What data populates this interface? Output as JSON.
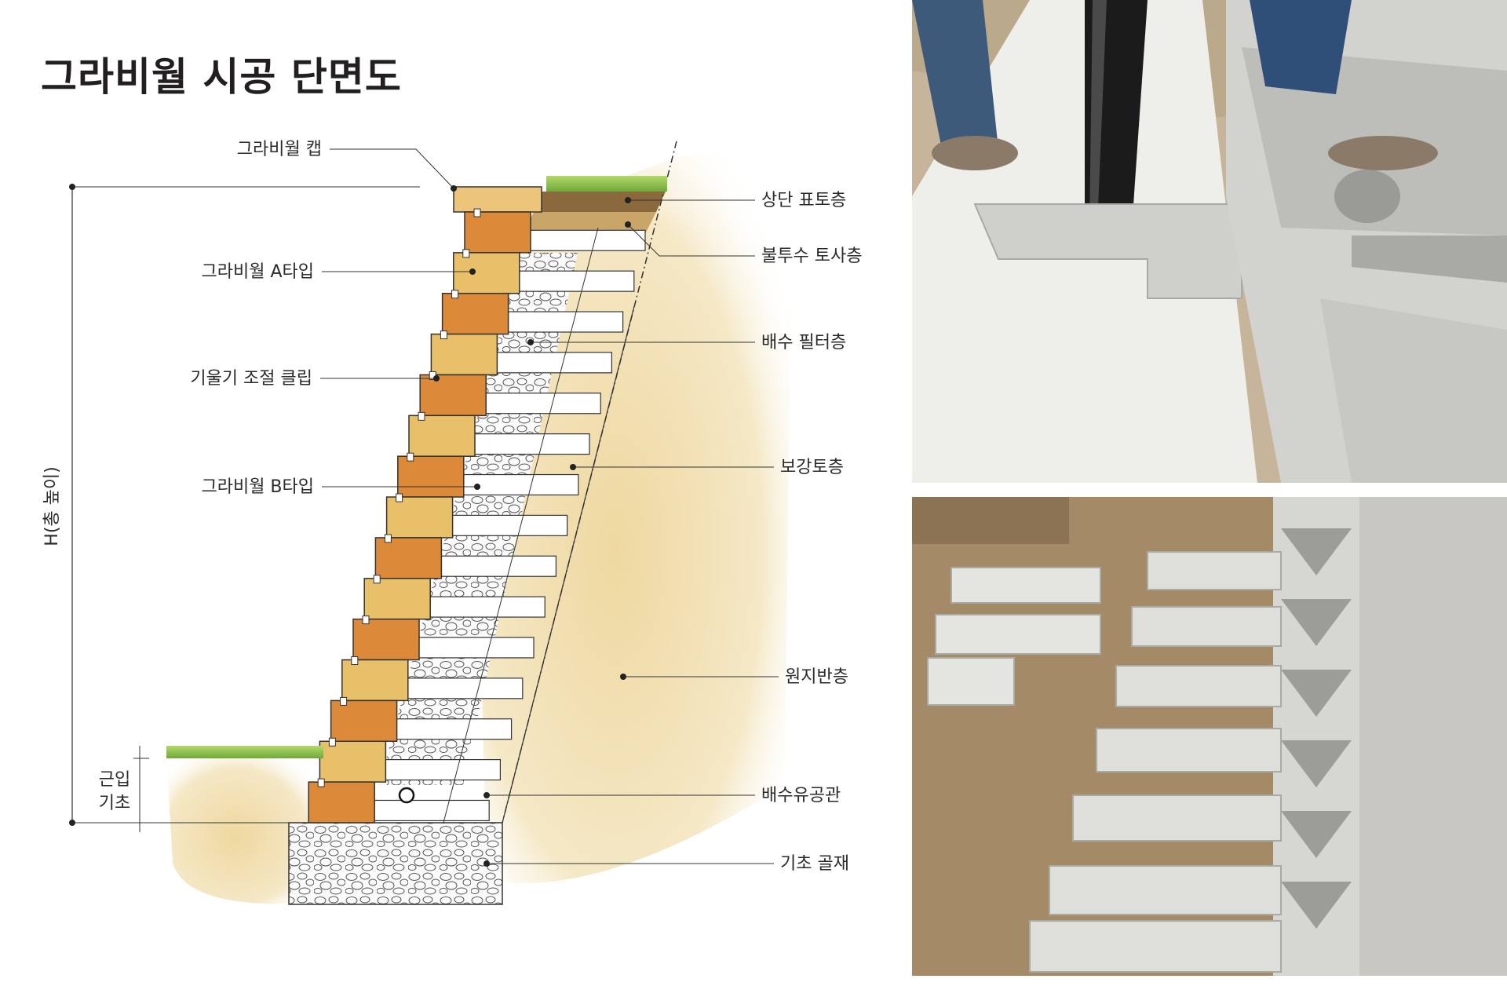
{
  "title": "그라비월 시공 단면도",
  "labels": {
    "cap": "그라비월 캡",
    "type_a": "그라비월 A타입",
    "slope_clip": "기울기 조절 클립",
    "type_b": "그라비월 B타입",
    "height": "H(총 높이)",
    "embed_line1": "근입",
    "embed_line2": "기초",
    "topsoil": "상단 표토층",
    "impermeable": "불투수 토사층",
    "drain_filter": "배수 필터층",
    "reinforced": "보강토층",
    "native": "원지반층",
    "drain_pipe": "배수유공관",
    "foundation": "기초 골재"
  },
  "colors": {
    "block_a": "#e8c06a",
    "block_b": "#dc8a3a",
    "grass": "#9bc54a",
    "soil": "#efdcaa",
    "gravel": "#f2f2f2",
    "photo_concrete": "#d4d4d2"
  },
  "photos": {
    "top": "photo-drain-pipe-and-geotextile",
    "bottom": "photo-block-installation"
  }
}
